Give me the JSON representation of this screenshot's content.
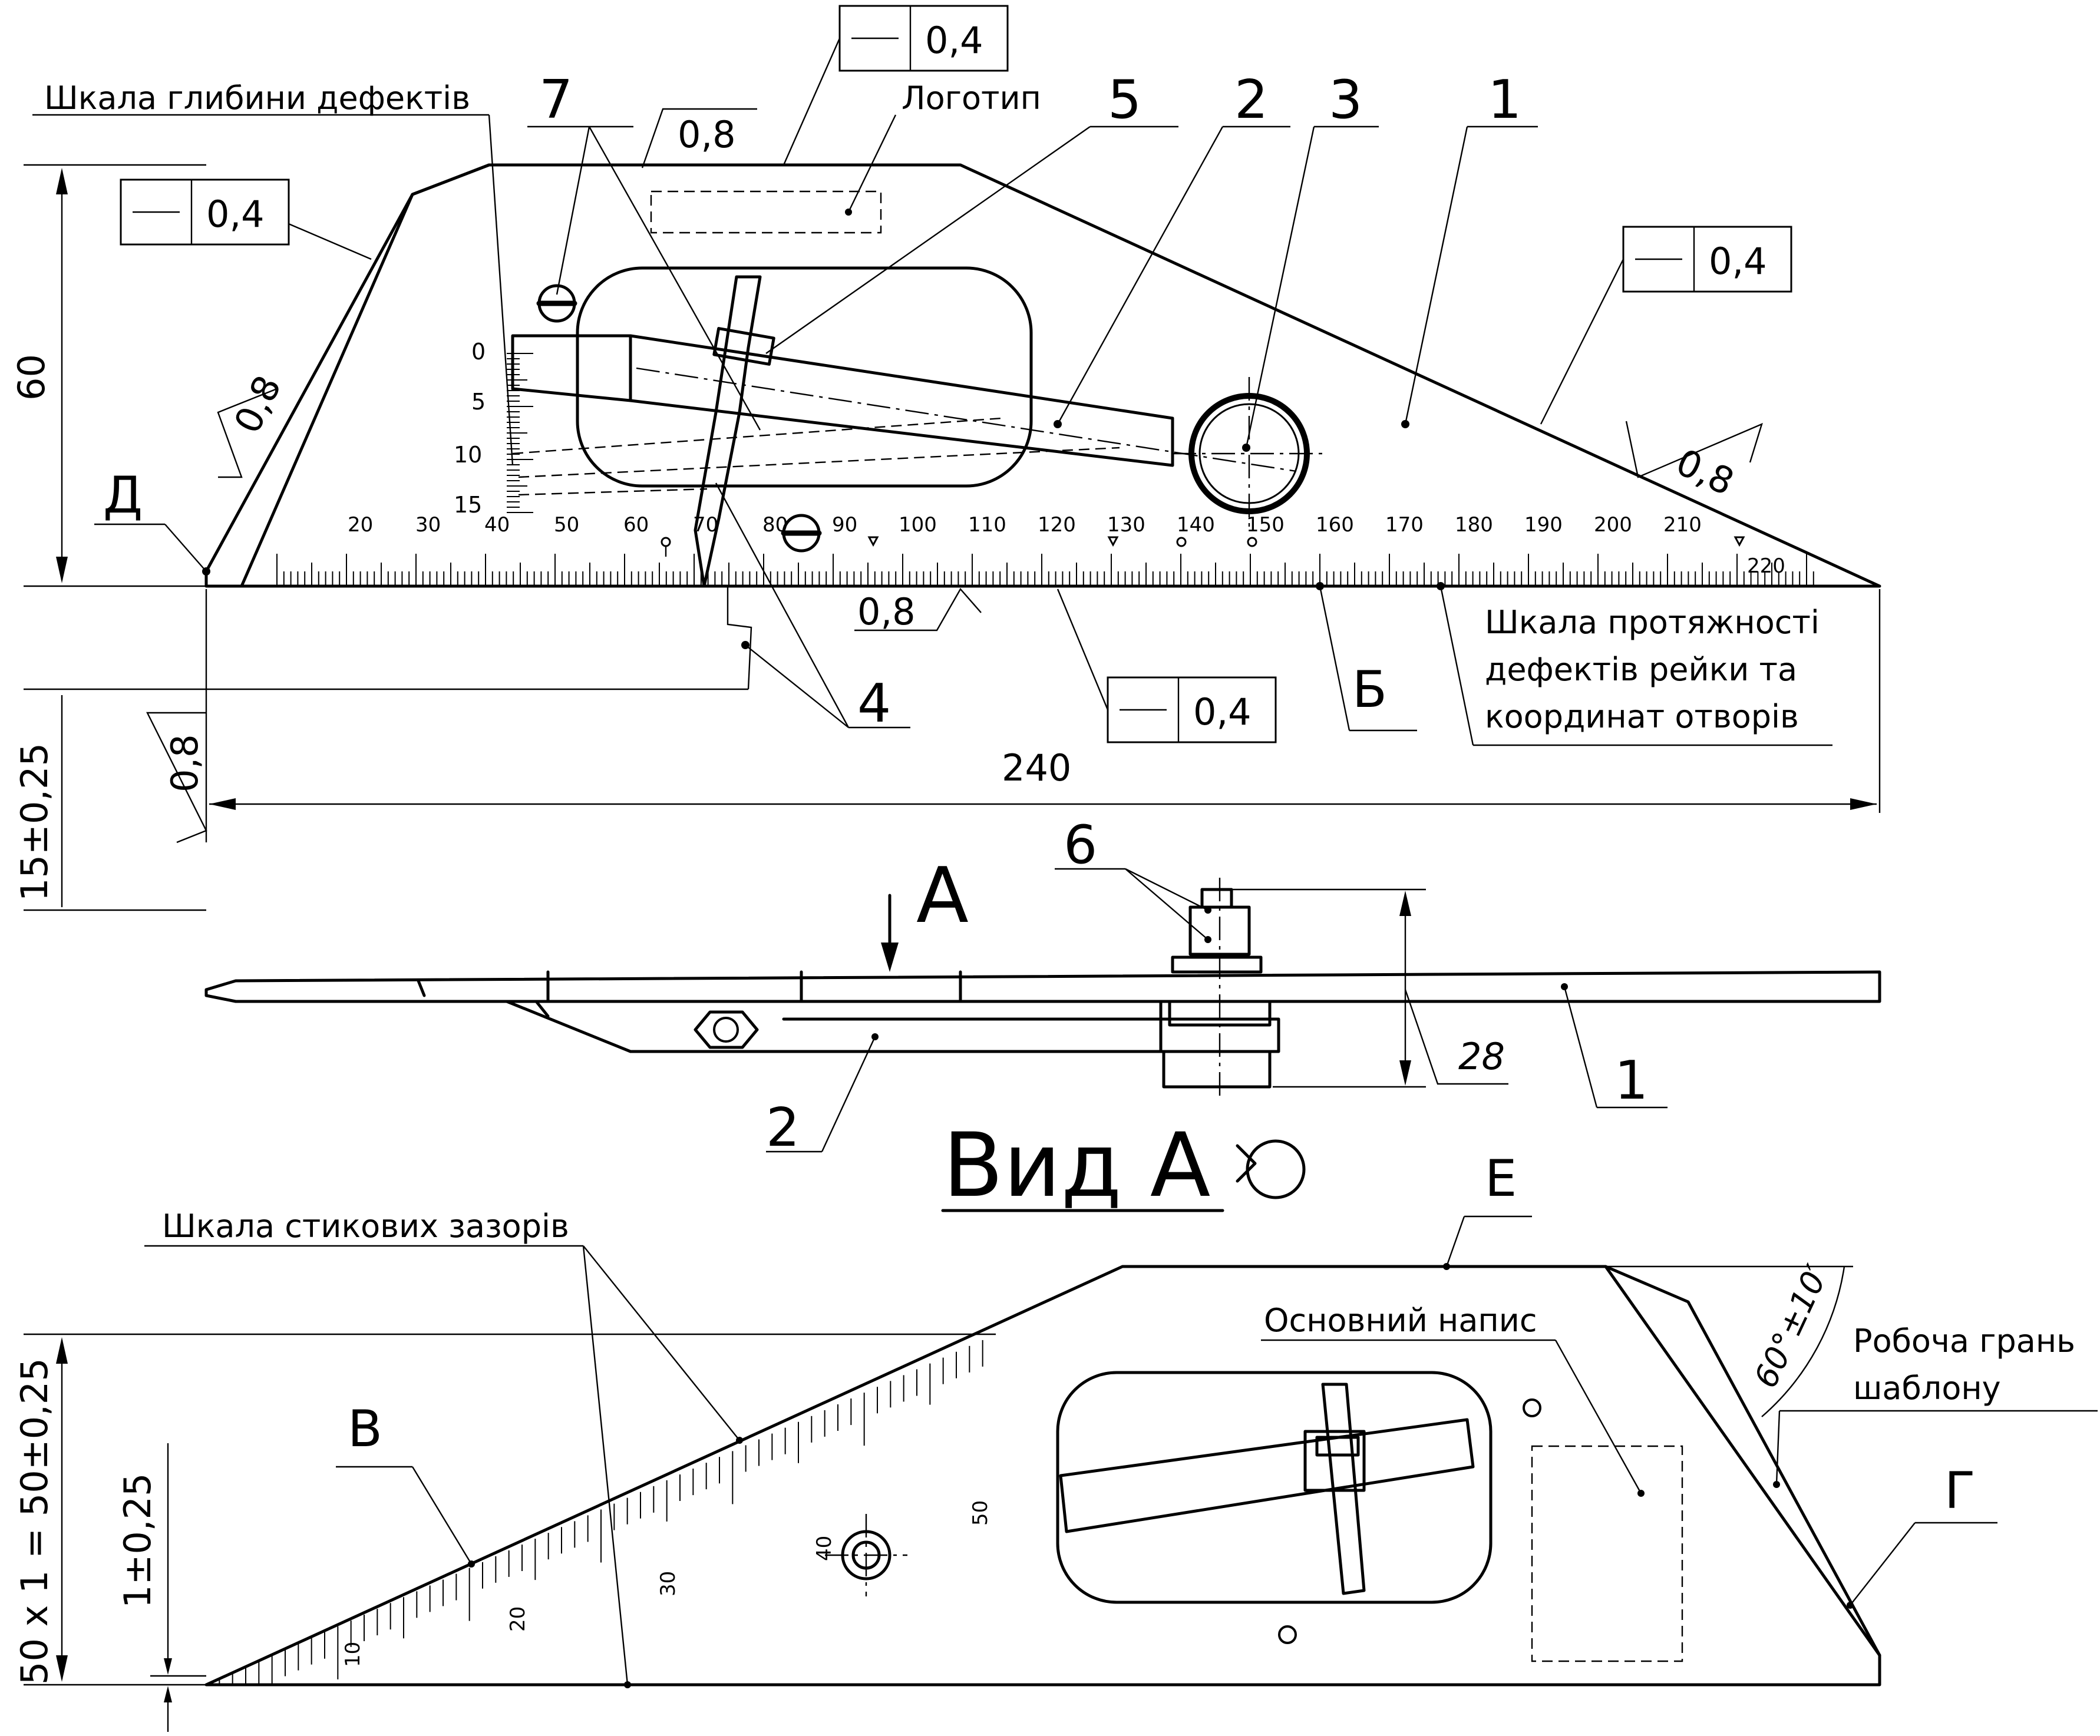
{
  "labels": {
    "depth_scale": "Шкала глибини дефектів",
    "logo": "Логотип",
    "length_scale_line1": "Шкала протяжності",
    "length_scale_line2": "дефектів рейки та",
    "length_scale_line3": "координат отворів",
    "gap_scale": "Шкала стикових зазорів",
    "main_inscription": "Основний напис",
    "working_face_line1": "Робоча грань",
    "working_face_line2": "шаблону",
    "view_a": "Вид А",
    "view_arrow": "А"
  },
  "letters": {
    "d": "Д",
    "b": "Б",
    "v": "В",
    "e": "Е",
    "g": "Г"
  },
  "part_numbers": [
    "1",
    "2",
    "3",
    "4",
    "5",
    "6",
    "7"
  ],
  "tolerances": {
    "flatness_symbol": "—",
    "flatness_value": "0,4",
    "roughness": "0,8"
  },
  "dimensions": {
    "height": "60",
    "thickness": "15±0,25",
    "length": "240",
    "width": "28",
    "gap_height": "50 x 1 = 50±0,25",
    "step": "1±0,25",
    "angle": "60°±10′"
  },
  "scales": {
    "depth_ticks": [
      "0",
      "5",
      "10",
      "15"
    ],
    "length_ticks": [
      "20",
      "30",
      "40",
      "50",
      "60",
      "70",
      "80",
      "90",
      "100",
      "110",
      "120",
      "130",
      "140",
      "150",
      "160",
      "170",
      "180",
      "190",
      "200",
      "210",
      "220"
    ],
    "gap_ticks": [
      "10",
      "20",
      "30",
      "40",
      "50"
    ]
  }
}
